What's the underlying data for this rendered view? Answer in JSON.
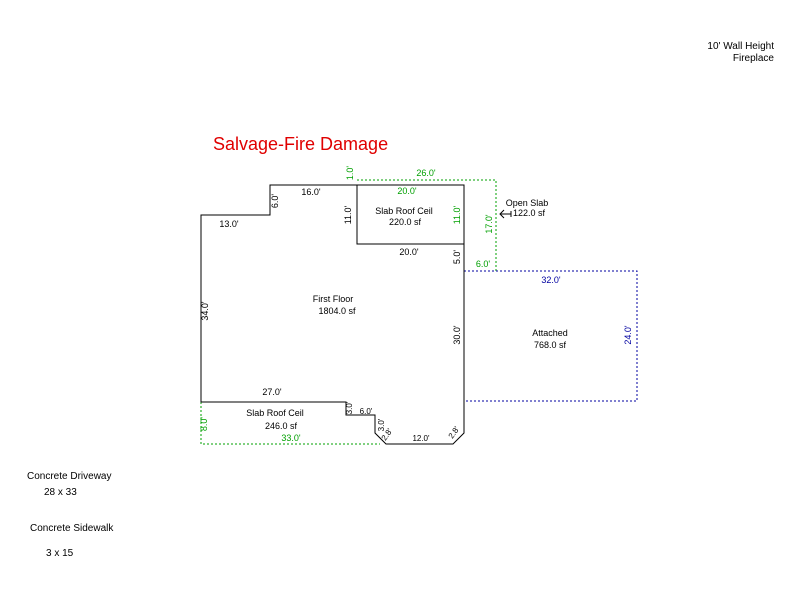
{
  "notes": {
    "wall_height": "10' Wall Height",
    "fireplace": "Fireplace",
    "driveway_label": "Concrete Driveway",
    "driveway_size": "28 x 33",
    "sidewalk_label": "Concrete Sidewalk",
    "sidewalk_size": "3 x 15"
  },
  "title": "Salvage-Fire Damage",
  "colors": {
    "title": "#e00000",
    "wall": "#000000",
    "slab": "#00a000",
    "attached": "#0000a0"
  },
  "rooms": {
    "first_floor": {
      "name": "First Floor",
      "area": "1804.0 sf"
    },
    "slab_roof_top": {
      "name": "Slab Roof Ceil",
      "area": "220.0 sf"
    },
    "slab_roof_bottom": {
      "name": "Slab Roof Ceil",
      "area": "246.0 sf"
    },
    "open_slab": {
      "name": "Open Slab",
      "area": "122.0 sf"
    },
    "attached": {
      "name": "Attached",
      "area": "768.0 sf"
    }
  },
  "dims": {
    "d13": "13.0'",
    "d6a": "6.0'",
    "d16": "16.0'",
    "d1": "1.0'",
    "d26": "26.0'",
    "d20top": "20.0'",
    "d11left": "11.0'",
    "d11right": "11.0'",
    "d17": "17.0'",
    "d20bot": "20.0'",
    "d5": "5.0'",
    "d6b": "6.0'",
    "d32": "32.0'",
    "d34": "34.0'",
    "d30": "30.0'",
    "d24": "24.0'",
    "d27": "27.0'",
    "d3a": "3.0'",
    "d6c": "6.0'",
    "d3b": "3.0'",
    "d2a": "2.8'",
    "d12": "12.0'",
    "d2b": "2.8'",
    "d8": "8.0'",
    "d33": "33.0'"
  }
}
